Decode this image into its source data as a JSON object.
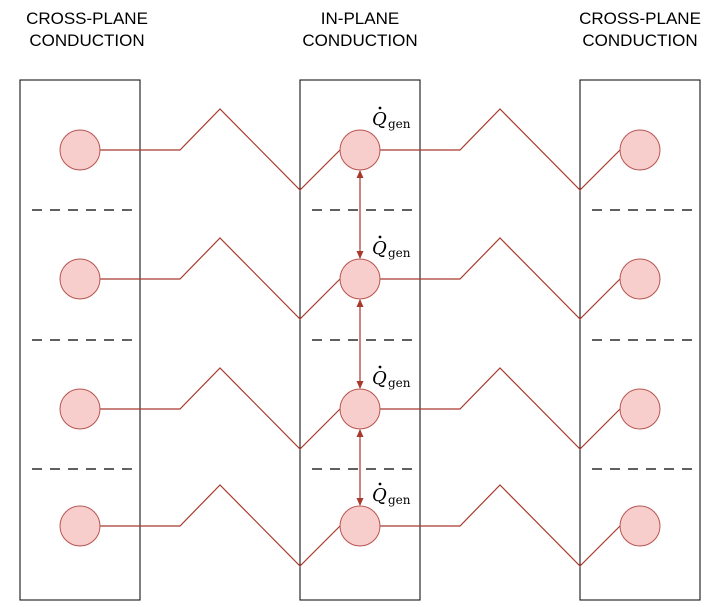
{
  "headers": {
    "left": [
      "CROSS-PLANE",
      "CONDUCTION"
    ],
    "center": [
      "IN-PLANE",
      "CONDUCTION"
    ],
    "right": [
      "CROSS-PLANE",
      "CONDUCTION"
    ]
  },
  "heat_generation_label": {
    "symbol": "Q",
    "subscript": "gen"
  },
  "rows": 4,
  "colors": {
    "node_fill": "#f8cecc",
    "node_stroke": "#b85450",
    "wire": "#a83a2d",
    "box_stroke": "#000000",
    "divider": "#000000"
  }
}
